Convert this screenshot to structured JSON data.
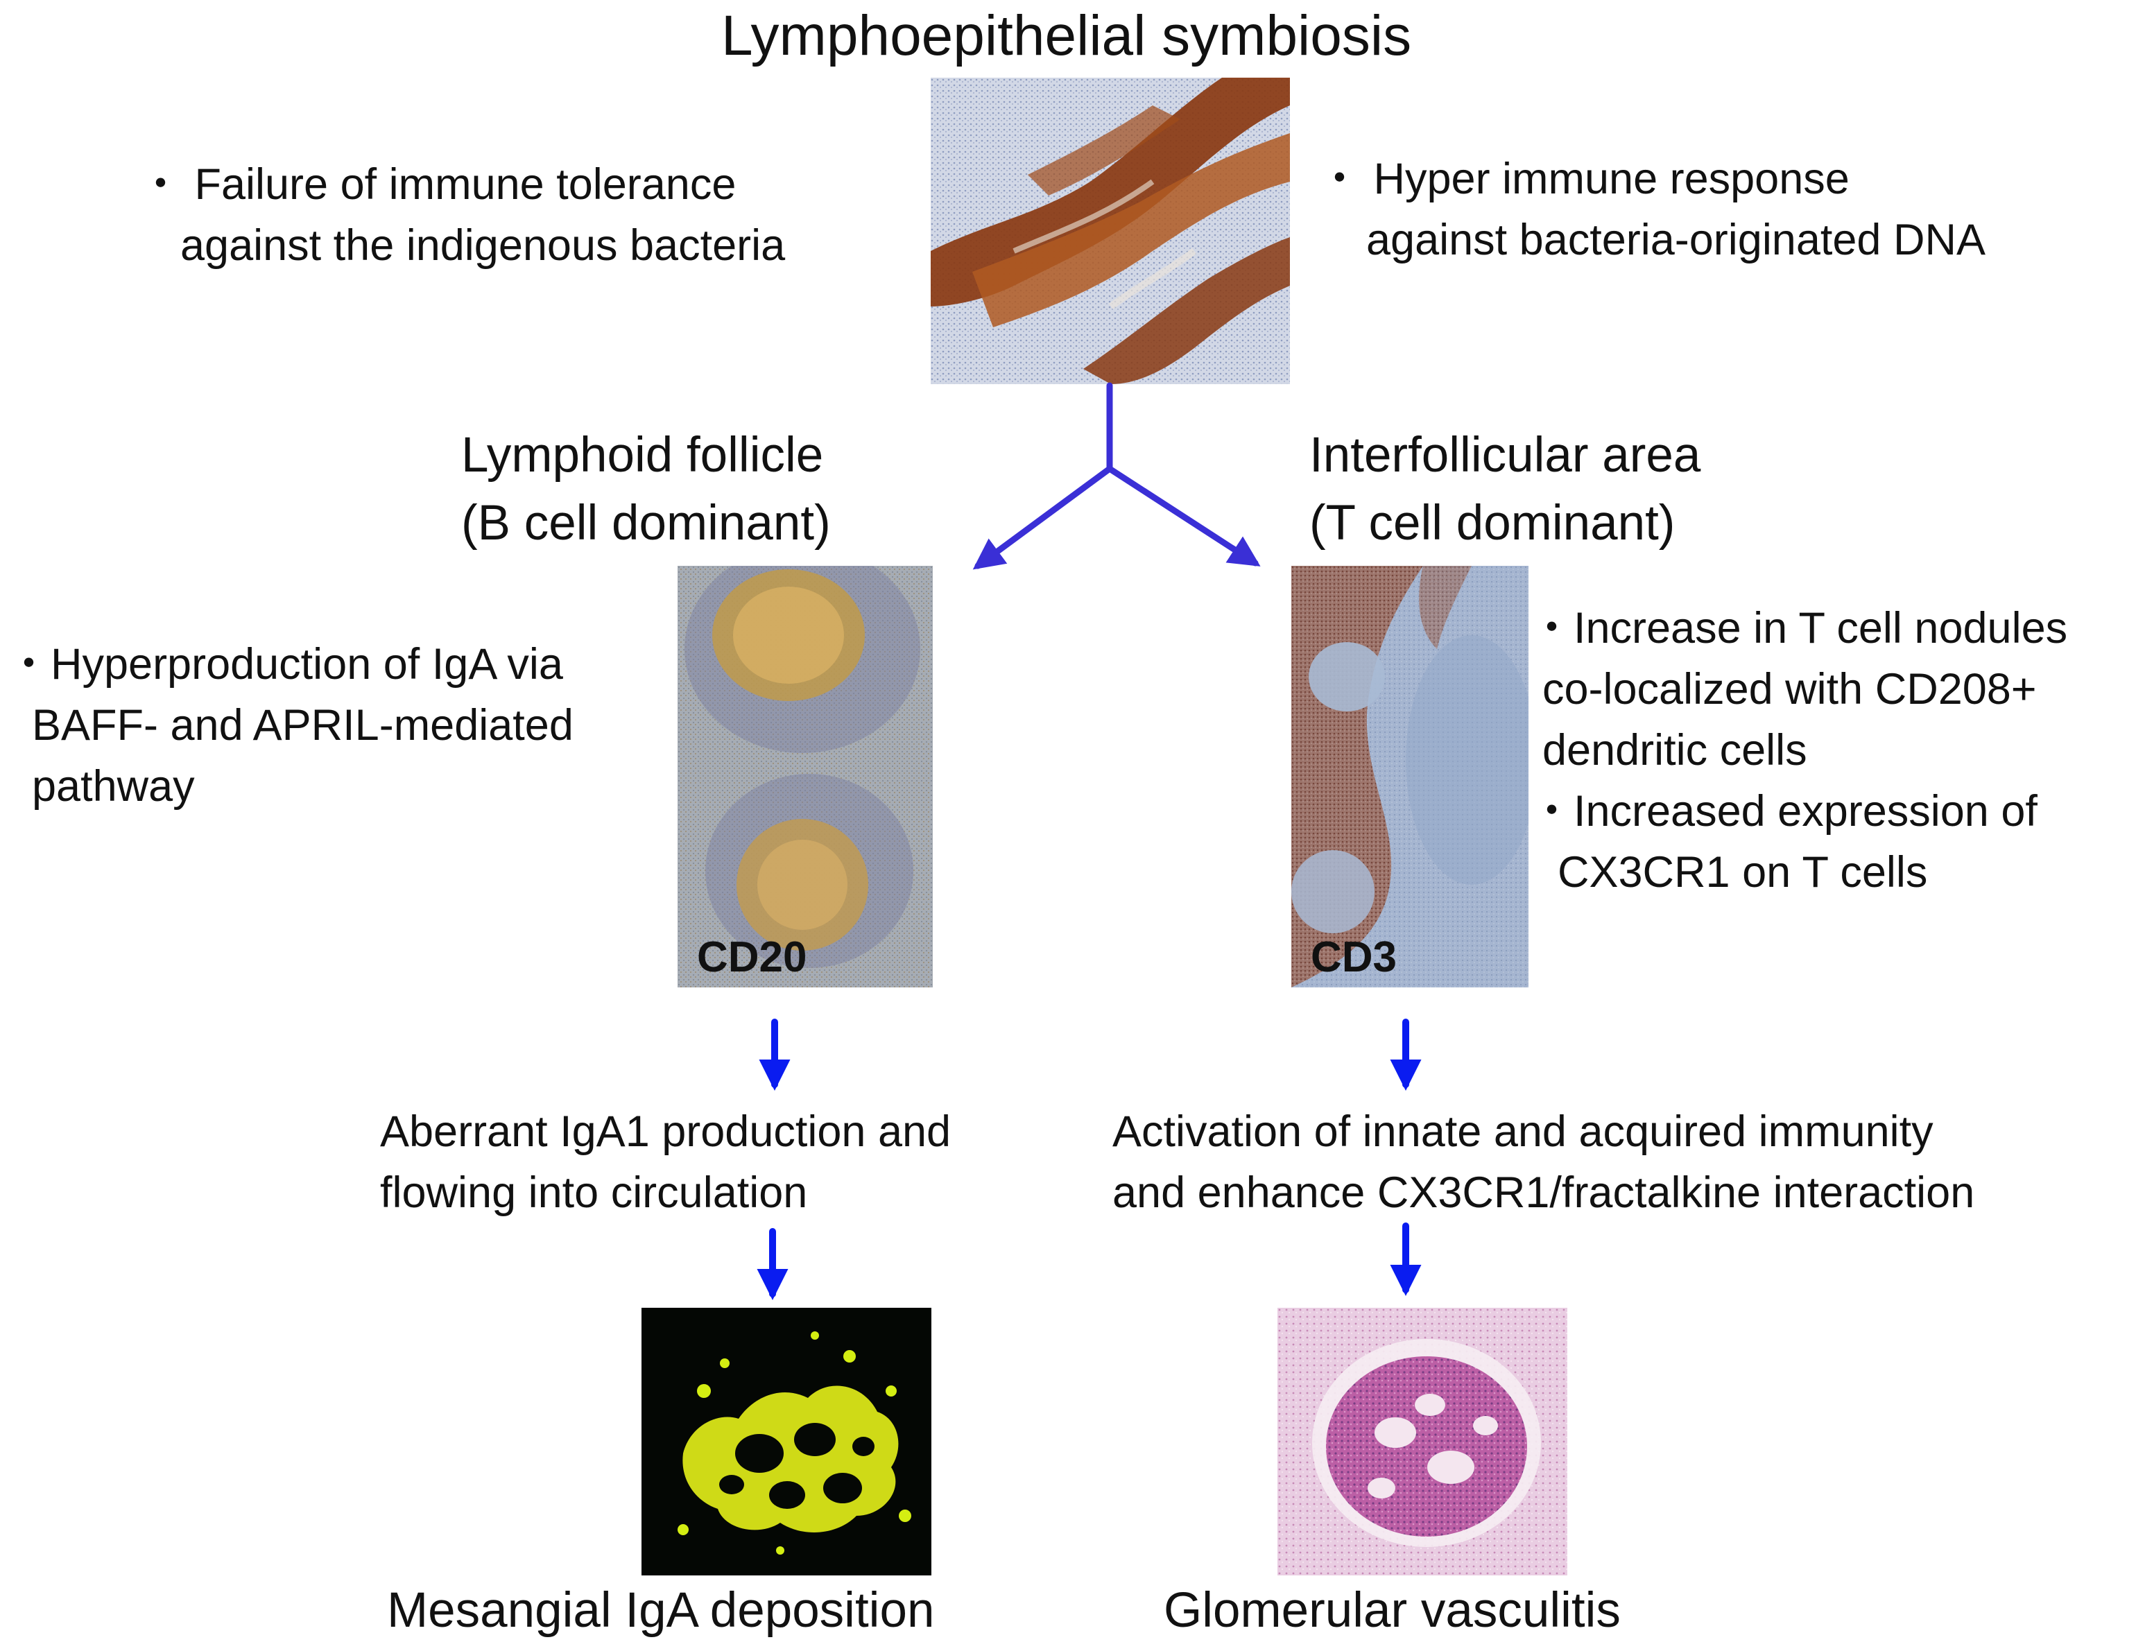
{
  "title": "Lymphoepithelial symbiosis",
  "top_left_note": [
    "・ Failure of immune tolerance",
    "against the indigenous bacteria"
  ],
  "top_right_note": [
    "・ Hyper immune response",
    "against bacteria-originated DNA"
  ],
  "left_branch": {
    "heading": [
      "Lymphoid follicle",
      "(B cell  dominant)"
    ],
    "note": [
      "・Hyperproduction of IgA via",
      "BAFF- and APRIL-mediated",
      "pathway"
    ],
    "stain_label": "CD20",
    "outcome": [
      "Aberrant IgA1 production and",
      "flowing into circulation"
    ],
    "result": "Mesangial IgA deposition"
  },
  "right_branch": {
    "heading": [
      "Interfollicular area",
      "(T cell dominant)"
    ],
    "note": [
      "・Increase in T cell nodules",
      "co-localized with CD208+",
      "dendritic cells",
      "・Increased expression of",
      "CX3CR1 on T cells"
    ],
    "stain_label": "CD3",
    "outcome": [
      "Activation of innate and acquired immunity",
      "and enhance CX3CR1/fractalkine interaction"
    ],
    "result": "Glomerular vasculitis"
  },
  "colors": {
    "arrow_split": "#3a2fd6",
    "arrow_flow": "#0a1cf0"
  },
  "icons": {
    "tonsil_image": "tonsil-epithelium-micrograph",
    "cd20_image": "cd20-stain-micrograph",
    "cd3_image": "cd3-stain-micrograph",
    "iga_image": "iga-immunofluorescence-micrograph",
    "glomerulus_image": "glomerulus-pas-micrograph"
  }
}
